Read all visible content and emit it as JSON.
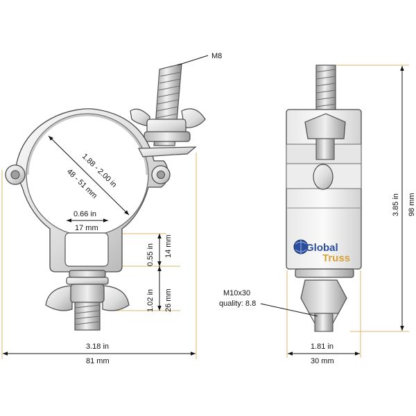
{
  "labels": {
    "bolt_top": "M8",
    "tube_range_in": "1.88 - 2.00 in",
    "tube_range_mm": "48 - 51 mm",
    "slot_in": "0.66 in",
    "slot_mm": "17 mm",
    "gap_in": "0.55 in",
    "gap_mm": "14 mm",
    "bolt_len_in": "1.02 in",
    "bolt_len_mm": "26 mm",
    "width_in": "3.18 in",
    "width_mm": "81 mm",
    "height_in": "3.85 in",
    "height_mm": "98 mm",
    "depth_in": "1.81 in",
    "depth_mm": "30 mm",
    "bolt_spec": "M10x30",
    "bolt_quality": "quality: 8.8"
  },
  "brand": {
    "line1": "Global",
    "line2": "Truss"
  },
  "colors": {
    "metal_light": "#f4f4f4",
    "metal_mid": "#cfcfcf",
    "metal_dark": "#9a9a9a",
    "extension_line": "#e0b46a",
    "brand_blue": "#2a4d9c",
    "brand_gold": "#d9a338"
  }
}
